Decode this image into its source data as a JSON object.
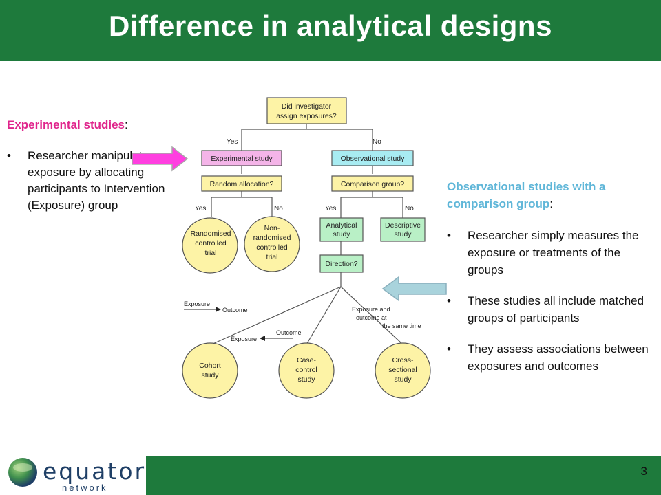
{
  "header": {
    "title": "Difference in analytical designs"
  },
  "left_panel": {
    "heading": "Experimental studies",
    "heading_suffix": ":",
    "bullets": [
      "Researcher manipulates exposure by allocating participants to Intervention (Exposure) group"
    ]
  },
  "right_panel": {
    "heading": "Observational studies with a comparison group",
    "heading_suffix": ":",
    "bullets": [
      "Researcher simply measures the exposure or treatments of the groups",
      "These studies all include matched groups of participants",
      "They assess associations between exposures and outcomes"
    ]
  },
  "diagram": {
    "root": [
      "Did investigator",
      "assign exposures?"
    ],
    "yes": "Yes",
    "no": "No",
    "experimental": "Experimental study",
    "observational": "Observational study",
    "random_allocation": "Random allocation?",
    "comparison_group": "Comparison group?",
    "yes2": "Yes",
    "no2": "No",
    "yes3": "Yes",
    "no3": "No",
    "rct": [
      "Randomised",
      "controlled",
      "trial"
    ],
    "nrct": [
      "Non-",
      "randomised",
      "controlled",
      "trial"
    ],
    "analytical": [
      "Analytical",
      "study"
    ],
    "descriptive": [
      "Descriptive",
      "study"
    ],
    "direction": "Direction?",
    "exp_out_left": "Exposure",
    "exp_out_right": "Outcome",
    "exp_back_left": "Exposure",
    "exp_back_right": "Outcome",
    "same_time": [
      "Exposure and",
      "outcome at",
      "the same time"
    ],
    "cohort": [
      "Cohort",
      "study"
    ],
    "case_control": [
      "Case-",
      "control",
      "study"
    ],
    "cross_sectional": [
      "Cross-",
      "sectional",
      "study"
    ]
  },
  "footer": {
    "logo_text": "equator",
    "logo_sub": "network",
    "page_number": "3"
  },
  "colors": {
    "header_green": "#1e7a3c",
    "experimental_pink": "#e0258c",
    "observational_blue": "#5fb6d8",
    "yellow_box": "#fdf3a6",
    "pink_box": "#f4b4e8",
    "cyan_box": "#a8ecf2",
    "green_box": "#b9f0c6",
    "pink_arrow": "#ff3fe0",
    "blue_arrow": "#a9d3dc"
  }
}
